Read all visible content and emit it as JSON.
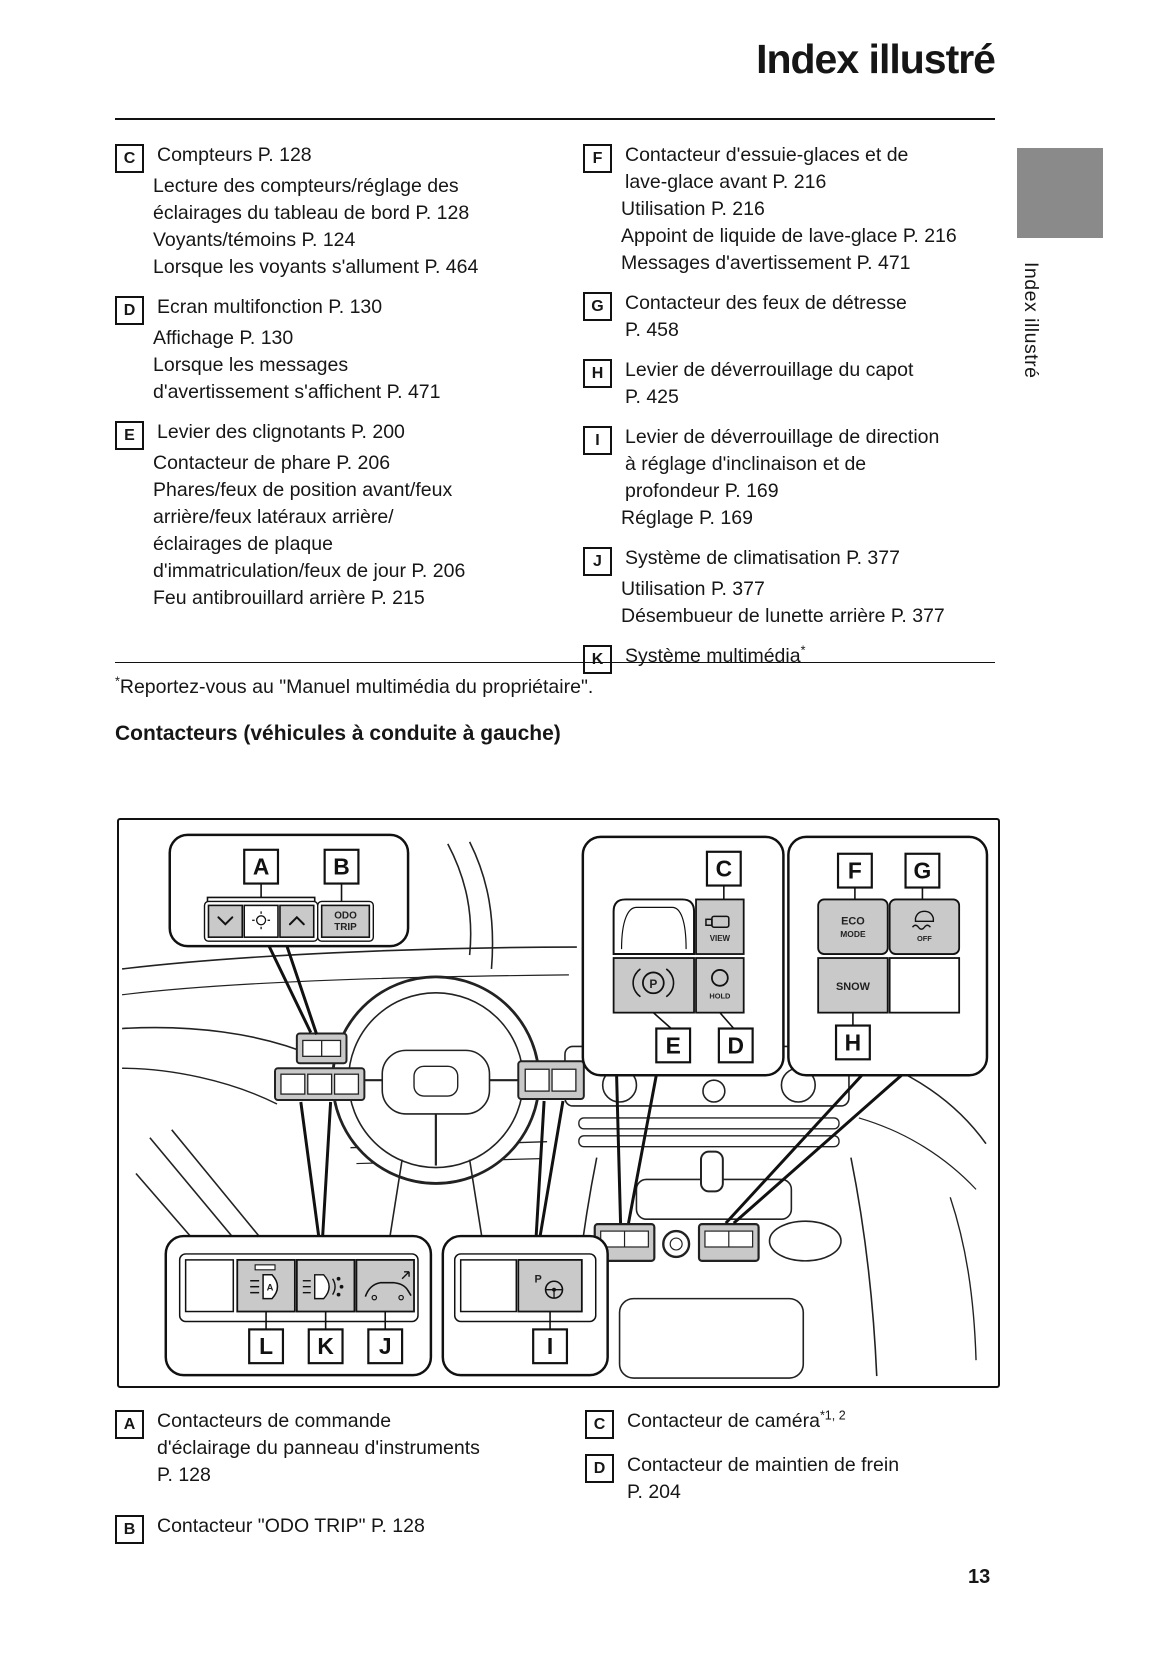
{
  "page": {
    "title": "Index illustré",
    "page_number": "13",
    "sidebar_label": "Index illustré"
  },
  "colors": {
    "tab_gray": "#8a8a8a",
    "button_gray": "#c9c9c9",
    "line_black": "#111111"
  },
  "footnote": {
    "sup": "*",
    "text": "Reportez-vous au \"Manuel multimédia du propriétaire\"."
  },
  "heading": "Contacteurs (véhicules à conduite à gauche)",
  "index_left": [
    {
      "letter": "C",
      "main": "Compteurs P. 128",
      "subs": [
        "Lecture des compteurs/réglage des\néclairages du tableau de bord P. 128",
        "Voyants/témoins P. 124",
        "Lorsque les voyants s'allument P. 464"
      ]
    },
    {
      "letter": "D",
      "main": "Ecran multifonction P. 130",
      "subs": [
        "Affichage P. 130",
        "Lorsque les messages\nd'avertissement s'affichent P. 471"
      ]
    },
    {
      "letter": "E",
      "main": "Levier des clignotants P. 200",
      "subs": [
        "Contacteur de phare P. 206",
        "Phares/feux de position avant/feux\narrière/feux latéraux arrière/\néclairages de plaque\nd'immatriculation/feux de jour P. 206",
        "Feu antibrouillard arrière P. 215"
      ]
    }
  ],
  "index_right": [
    {
      "letter": "F",
      "main": "Contacteur d'essuie-glaces et de\nlave-glace avant P. 216",
      "subs": [
        "Utilisation P. 216",
        "Appoint de liquide de lave-glace P. 216",
        "Messages d'avertissement P. 471"
      ]
    },
    {
      "letter": "G",
      "main": "Contacteur des feux de détresse\nP. 458",
      "subs": []
    },
    {
      "letter": "H",
      "main": "Levier de déverrouillage du capot\nP. 425",
      "subs": []
    },
    {
      "letter": "I",
      "main": "Levier de déverrouillage de direction\nà réglage d'inclinaison et de\nprofondeur P. 169",
      "subs": [
        "Réglage P. 169"
      ]
    },
    {
      "letter": "J",
      "main": "Système de climatisation P. 377",
      "subs": [
        "Utilisation P. 377",
        "Désembueur de lunette arrière P. 377"
      ]
    },
    {
      "letter": "K",
      "main": "Système multimédia",
      "sup": "*",
      "subs": []
    }
  ],
  "bottom_left": [
    {
      "letter": "A",
      "text": "Contacteurs de commande\nd'éclairage du panneau d'instruments\nP. 128"
    },
    {
      "letter": "B",
      "text": "Contacteur \"ODO TRIP\" P. 128"
    }
  ],
  "bottom_right": [
    {
      "letter": "C",
      "text": "Contacteur de caméra",
      "sup": "*1, 2"
    },
    {
      "letter": "D",
      "text": "Contacteur de maintien de frein\nP. 204"
    }
  ],
  "diagram": {
    "callouts": {
      "a": "A",
      "b": "B",
      "c": "C",
      "d": "D",
      "e": "E",
      "f": "F",
      "g": "G",
      "h": "H",
      "i": "I",
      "j": "J",
      "k": "K",
      "l": "L"
    },
    "buttons": {
      "odo1": "ODO",
      "odo2": "TRIP",
      "view": "VIEW",
      "hold": "HOLD",
      "eco1": "ECO",
      "eco2": "MODE",
      "off": "OFF",
      "snow": "SNOW",
      "p": "P"
    }
  }
}
